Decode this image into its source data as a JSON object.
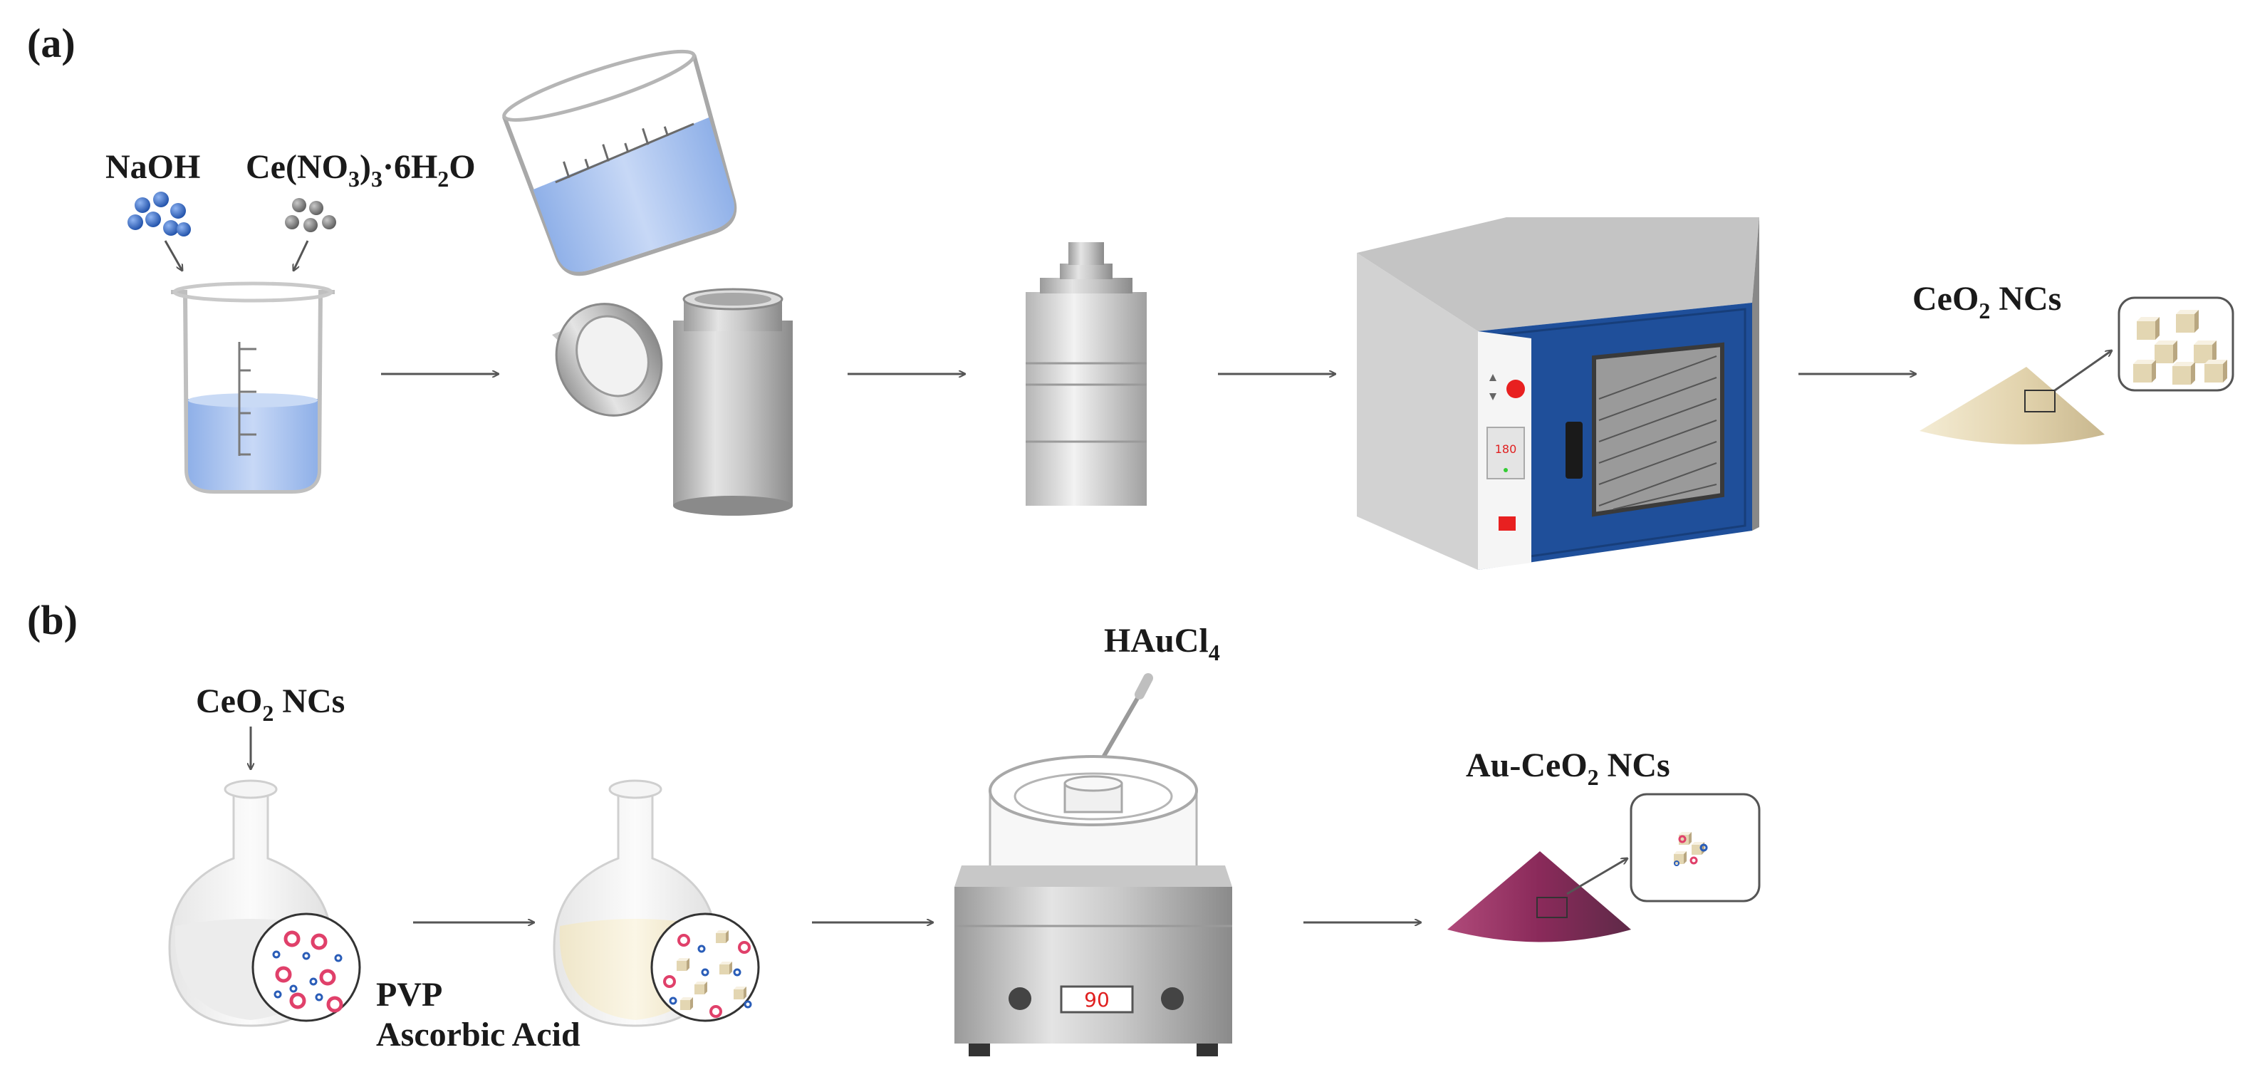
{
  "panel_a": {
    "label": "(a)",
    "reagent_1": "NaOH",
    "reagent_2": {
      "base": "Ce(NO",
      "sub1": "3",
      "mid": ")",
      "sub2": "3",
      "mid2": "·6H",
      "sub3": "2",
      "end": "O"
    },
    "product": {
      "base": "CeO",
      "sub": "2",
      "end": " NCs"
    },
    "oven_display": "180"
  },
  "panel_b": {
    "label": "(b)",
    "input": {
      "base": "CeO",
      "sub": "2",
      "end": " NCs"
    },
    "additive_1": "PVP",
    "additive_2": "Ascorbic Acid",
    "reagent": {
      "base": "HAuCl",
      "sub": "4"
    },
    "stirrer_display": "90",
    "product": {
      "base": "Au-CeO",
      "sub": "2",
      "end": " NCs"
    }
  },
  "colors": {
    "solution_blue": "#a9c4ef",
    "naoh_particle": "#2a5db8",
    "ce_particle": "#7a7a7a",
    "ceo2_powder": "#e8dcc0",
    "au_ceo2_powder": "#8a2a5a",
    "oven_door": "#1f4f9a",
    "ring_particle": "#e0406a"
  }
}
